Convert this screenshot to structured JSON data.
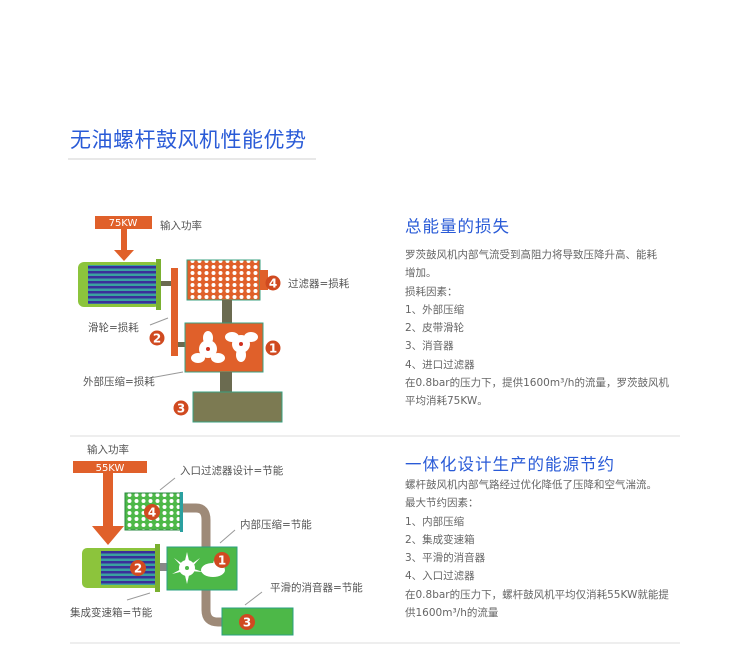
{
  "page_title": "无油螺杆鼓风机性能优势",
  "colors": {
    "accent": "#2a5bd7",
    "orange": "#e0602a",
    "green": "#4db848",
    "olive": "#7c7a52"
  },
  "section1": {
    "heading": "总能量的损失",
    "lines": [
      "罗茨鼓风机内部气流受到高阻力将导致压降升高、能耗",
      "增加。",
      "损耗因素：",
      "1、外部压缩",
      "2、皮带滑轮",
      "3、消音器",
      "4、进口过滤器",
      "在0.8bar的压力下，提供1600m³/h的流量，罗茨鼓风机",
      "平均消耗75KW。"
    ],
    "diagram": {
      "power_value": "75KW",
      "power_label": "输入功率",
      "label_filter": "过滤器=损耗",
      "label_pulley": "滑轮=损耗",
      "label_compression": "外部压缩=损耗",
      "n1": "1",
      "n2": "2",
      "n3": "3",
      "n4": "4"
    }
  },
  "section2": {
    "heading": "一体化设计生产的能源节约",
    "lines": [
      "螺杆鼓风机内部气路经过优化降低了压降和空气湍流。",
      "最大节约因素：",
      "1、内部压缩",
      "2、集成变速箱",
      "3、平滑的消音器",
      "4、入口过滤器",
      "在0.8bar的压力下，螺杆鼓风机平均仅消耗55KW就能提",
      "供1600m³/h的流量"
    ],
    "diagram": {
      "power_label": "输入功率",
      "power_value": "55KW",
      "label_filter": "入口过滤器设计=节能",
      "label_compression": "内部压缩=节能",
      "label_silencer": "平滑的消音器=节能",
      "label_gearbox": "集成变速箱=节能",
      "n1": "1",
      "n2": "2",
      "n3": "3",
      "n4": "4"
    }
  }
}
